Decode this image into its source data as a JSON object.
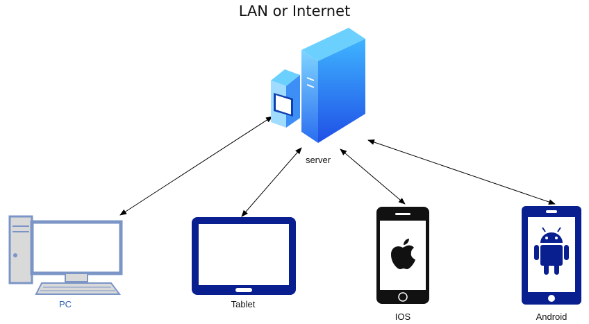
{
  "title": "LAN or Internet",
  "nodes": {
    "server": {
      "label": "server",
      "icon": "server-icon"
    },
    "pc": {
      "label": "PC",
      "icon": "desktop-computer-icon",
      "color": "#2a5db0"
    },
    "tablet": {
      "label": "Tablet",
      "icon": "tablet-icon"
    },
    "ios": {
      "label": "IOS",
      "icon": "iphone-icon"
    },
    "android": {
      "label": "Android",
      "icon": "android-phone-icon"
    }
  },
  "edges": [
    {
      "from": "server",
      "to": "pc",
      "bidirectional": true
    },
    {
      "from": "server",
      "to": "tablet",
      "bidirectional": true
    },
    {
      "from": "server",
      "to": "ios",
      "bidirectional": true
    },
    {
      "from": "server",
      "to": "android",
      "bidirectional": true
    }
  ],
  "colors": {
    "server_light": "#5cc8ff",
    "server_dark": "#1e5cf0",
    "device_blue": "#0a1f8f",
    "pc_frame": "#7b95c6",
    "pc_body": "#d9d9d9",
    "phone_black": "#111111"
  }
}
